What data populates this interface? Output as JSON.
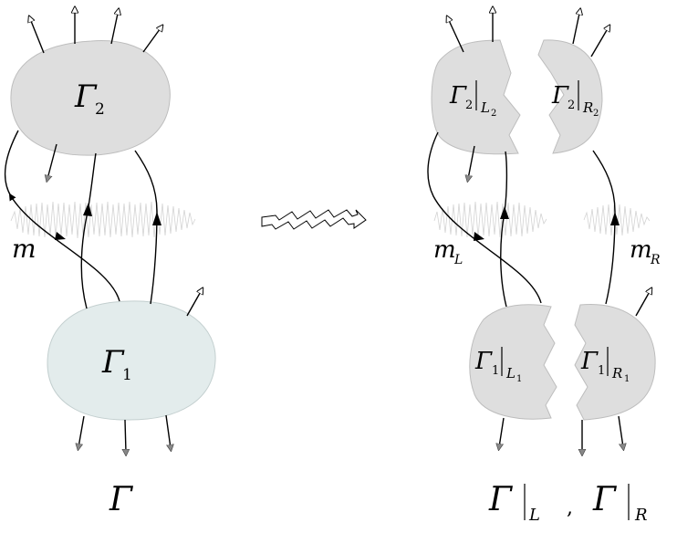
{
  "left": {
    "top_region": {
      "symbol": "Γ",
      "subscript": "2"
    },
    "bottom_region": {
      "symbol": "Γ",
      "subscript": "1"
    },
    "message_label": "m",
    "caption": "Γ"
  },
  "right": {
    "top_left": {
      "symbol": "Γ",
      "subscript": "2",
      "restriction": "L",
      "restriction_sub": "2"
    },
    "top_right": {
      "symbol": "Γ",
      "subscript": "2",
      "restriction": "R",
      "restriction_sub": "2"
    },
    "bottom_left": {
      "symbol": "Γ",
      "subscript": "1",
      "restriction": "L",
      "restriction_sub": "1"
    },
    "bottom_right": {
      "symbol": "Γ",
      "subscript": "1",
      "restriction": "R",
      "restriction_sub": "1"
    },
    "message_left": {
      "symbol": "m",
      "subscript": "L"
    },
    "message_right": {
      "symbol": "m",
      "subscript": "R"
    },
    "caption": {
      "left_symbol": "Γ",
      "left_sub": "L",
      "comma": ",",
      "right_symbol": "Γ",
      "right_sub": "R"
    }
  },
  "colors": {
    "region": "#dedede",
    "region_light": "#e3ecec",
    "arrow_gray": "#888888"
  }
}
